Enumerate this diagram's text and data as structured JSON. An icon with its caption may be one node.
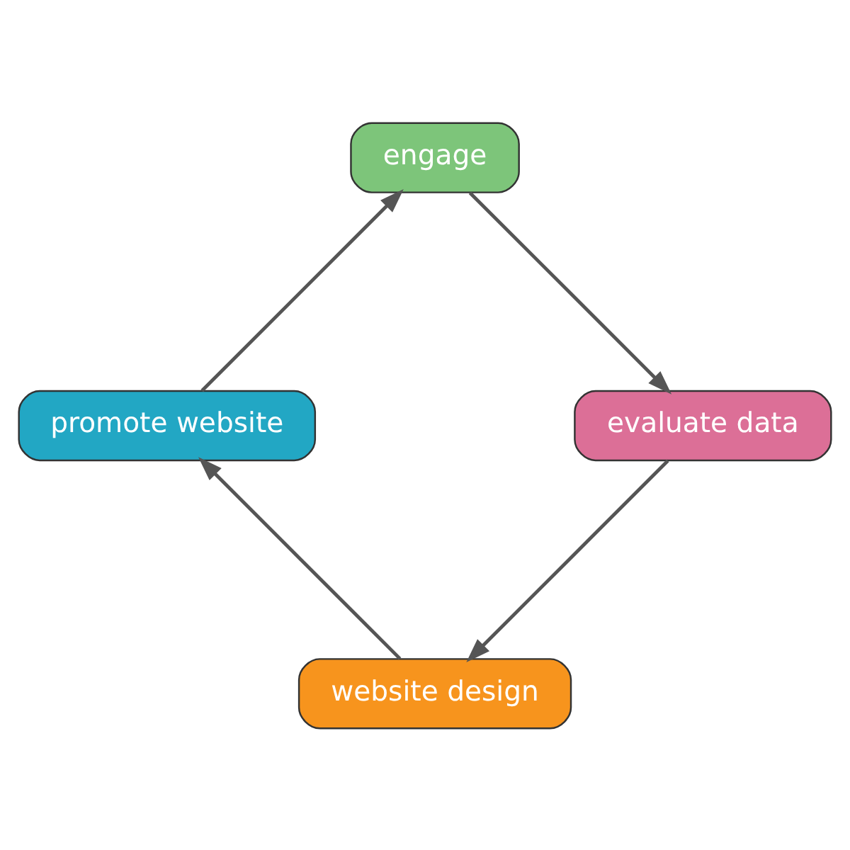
{
  "diagram": {
    "nodes": [
      {
        "text": [
          "website design"
        ]
      },
      {
        "text": [
          "promote website"
        ]
      },
      {
        "text": [
          "engage"
        ]
      },
      {
        "text": [
          "evaluate data"
        ]
      }
    ],
    "edges": [
      {
        "from": 0,
        "to": 1,
        "arrow": "to"
      },
      {
        "from": 1,
        "to": 2,
        "arrow": "to"
      },
      {
        "from": 2,
        "to": 3,
        "arrow": "to"
      },
      {
        "from": 3,
        "to": 0,
        "arrow": "to"
      }
    ]
  }
}
